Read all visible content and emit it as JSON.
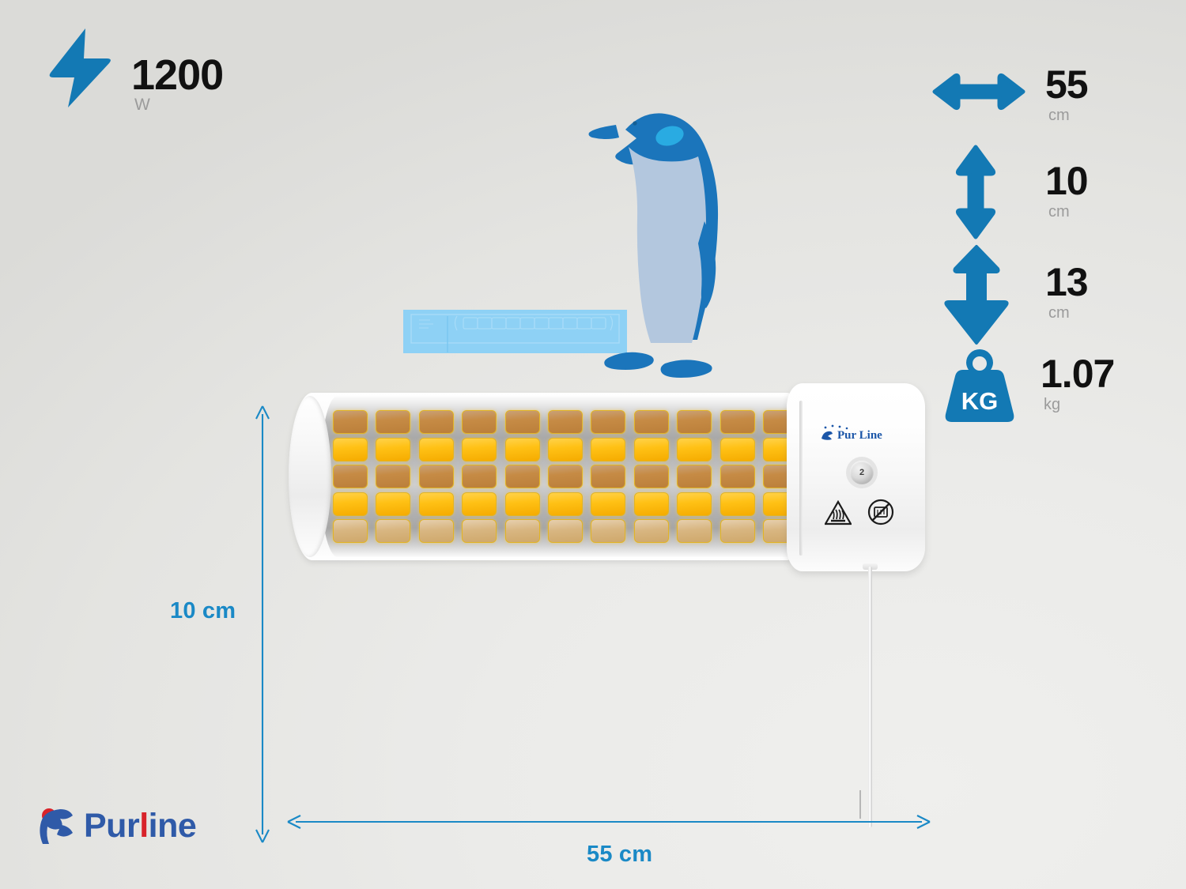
{
  "theme": {
    "accent_blue": "#1a89c6",
    "icon_blue": "#1379b4",
    "penguin_blue": "#1b75bb",
    "penguin_light": "#b3c7de",
    "penguin_cheek": "#29abe2",
    "mini_heater_blue": "#8ed1f5",
    "brand_blue": "#2f5aa8",
    "brand_red": "#d8232a",
    "amber": "#ffc115",
    "amber_dim": "#c68b45",
    "value_black": "#111111",
    "unit_gray": "#9b9b9b",
    "background_light": "#efefed",
    "background_dark": "#dbdbd8"
  },
  "power_spec": {
    "icon": "lightning-bolt-icon",
    "value": "1200",
    "unit": "W"
  },
  "specs": [
    {
      "id": "width",
      "icon": "arrow-horizontal-double-icon",
      "value": "55",
      "unit": "cm"
    },
    {
      "id": "height",
      "icon": "arrow-vertical-double-icon",
      "value": "10",
      "unit": "cm"
    },
    {
      "id": "depth",
      "icon": "arrow-vertical-double-wide-icon",
      "value": "13",
      "unit": "cm"
    },
    {
      "id": "weight",
      "icon": "weight-kg-icon",
      "icon_label": "KG",
      "value": "1.07",
      "unit": "kg"
    }
  ],
  "scale_comparison": {
    "penguin": "penguin-silhouette-icon",
    "mini_product": "heater-silhouette-icon"
  },
  "product": {
    "brand_on_unit": "Pur Line",
    "knob_label": "2",
    "grille": {
      "columns": 11,
      "rows": 5,
      "row_styles": [
        "dim",
        "bright",
        "dim",
        "bright",
        "pale"
      ]
    },
    "warnings": [
      {
        "id": "hot-surface",
        "icon": "hot-surface-warning-icon"
      },
      {
        "id": "do-not-cover",
        "icon": "do-not-cover-icon"
      }
    ],
    "cord": "power-cord"
  },
  "dimension_labels": {
    "height": "10 cm",
    "width": "55 cm"
  },
  "brand": {
    "mark": "purline-figure-mark-icon",
    "name_part1": "Pur",
    "name_l": "l",
    "name_part2": "ine"
  }
}
